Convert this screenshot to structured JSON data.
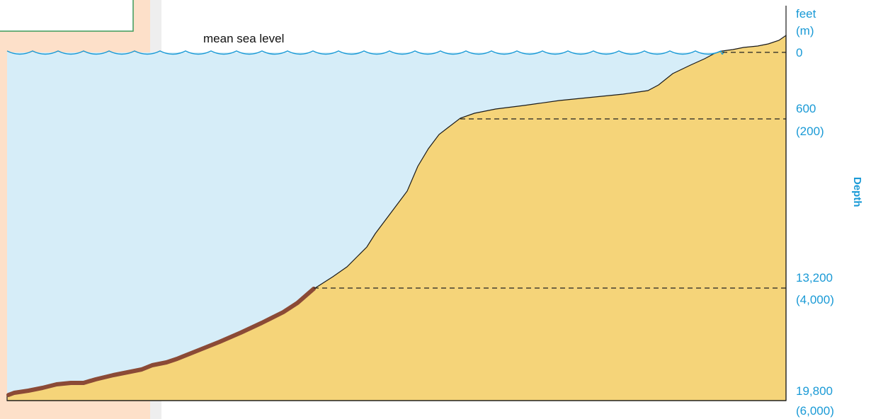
{
  "sea_label": "mean sea level",
  "axis": {
    "unit_feet": "feet",
    "unit_m": "(m)",
    "title": "Depth",
    "ticks": [
      {
        "feet": "0",
        "m": ""
      },
      {
        "feet": "600",
        "m": "(200)"
      },
      {
        "feet": "13,200",
        "m": "(4,000)"
      },
      {
        "feet": "19,800",
        "m": "(6,000)"
      }
    ]
  },
  "colors": {
    "water": "#d6edf8",
    "land": "#f5d479",
    "panel": "#fde0c9",
    "wave": "#1a9ad6",
    "label_blue": "#1a9ad6",
    "sediment": "#8b4a36",
    "box_border": "#3d9a5a"
  }
}
